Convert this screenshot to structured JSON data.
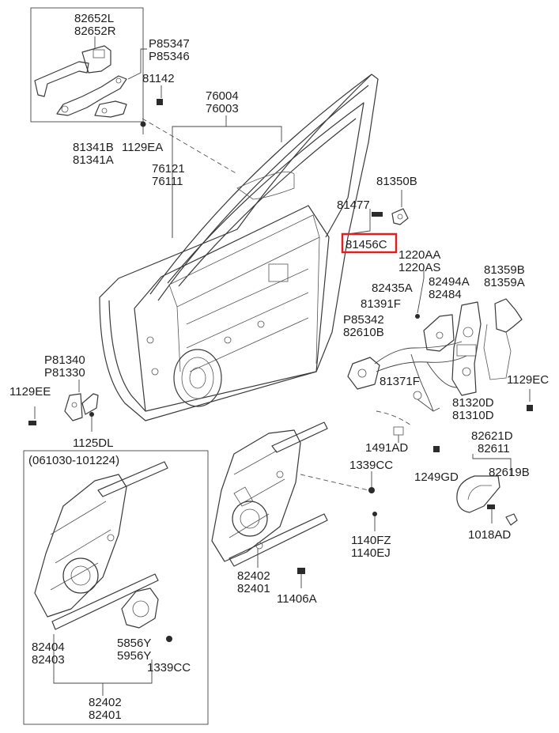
{
  "highlight_color": "#e02020",
  "labels": {
    "l82652": [
      "82652L",
      "82652R"
    ],
    "p85347": [
      "P85347",
      "P85346"
    ],
    "l81142": "81142",
    "l76004": [
      "76004",
      "76003"
    ],
    "l81341": [
      "81341B",
      "81341A"
    ],
    "l1129EA": "1129EA",
    "l76121": [
      "76121",
      "76111"
    ],
    "l81350B": "81350B",
    "l81477": "81477",
    "l81456C": "81456C",
    "l1220AA": [
      "1220AA",
      "1220AS"
    ],
    "l82435A": "82435A",
    "l82494A": [
      "82494A",
      "82484"
    ],
    "l81359B": [
      "81359B",
      "81359A"
    ],
    "l81391F": "81391F",
    "p85342": [
      "P85342",
      "82610B"
    ],
    "p81340": [
      "P81340",
      "P81330"
    ],
    "l1129EE": "1129EE",
    "l81371F": "81371F",
    "l1129EC": "1129EC",
    "l81320D": [
      "81320D",
      "81310D"
    ],
    "l1125DL": "1125DL",
    "l1491AD": "1491AD",
    "l82621D": [
      "82621D",
      "82611"
    ],
    "inset_title": "(061030-101224)",
    "l1339CC_a": "1339CC",
    "l1249GD": "1249GD",
    "l82619B": "82619B",
    "l1018AD": "1018AD",
    "l1140FZ": [
      "1140FZ",
      "1140EJ"
    ],
    "l82402_main": [
      "82402",
      "82401"
    ],
    "l11406A": "11406A",
    "l82404": [
      "82404",
      "82403"
    ],
    "l5856Y": [
      "5856Y",
      "5956Y"
    ],
    "l1339CC_b": "1339CC",
    "l82402_inset": [
      "82402",
      "82401"
    ]
  }
}
